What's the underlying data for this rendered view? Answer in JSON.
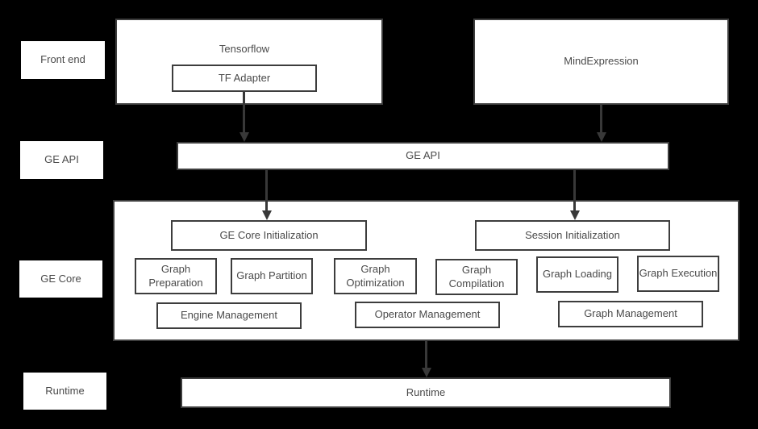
{
  "theme": {
    "bg": "#000000",
    "box-fill": "#ffffff",
    "border": "#3d3d3d",
    "text": "#4a4a4a",
    "arrow": "#383838"
  },
  "layer_labels": {
    "front_end": "Front end",
    "ge_api": "GE API",
    "ge_core": "GE Core",
    "runtime": "Runtime"
  },
  "front_end": {
    "tensorflow_label": "Tensorflow",
    "tf_adapter_label": "TF Adapter",
    "mind_expression_label": "MindExpression"
  },
  "ge_api": {
    "label": "GE API"
  },
  "ge_core": {
    "ge_core_init_label": "GE Core Initialization",
    "session_init_label": "Session Initialization",
    "modules": [
      {
        "label": "Graph Preparation"
      },
      {
        "label": "Graph Partition"
      },
      {
        "label": "Graph Optimization"
      },
      {
        "label": "Graph Compilation"
      },
      {
        "label": "Graph Loading"
      },
      {
        "label": "Graph Execution"
      }
    ],
    "managers": [
      {
        "label": "Engine Management"
      },
      {
        "label": "Operator Management"
      },
      {
        "label": "Graph Management"
      }
    ]
  },
  "runtime": {
    "label": "Runtime"
  }
}
